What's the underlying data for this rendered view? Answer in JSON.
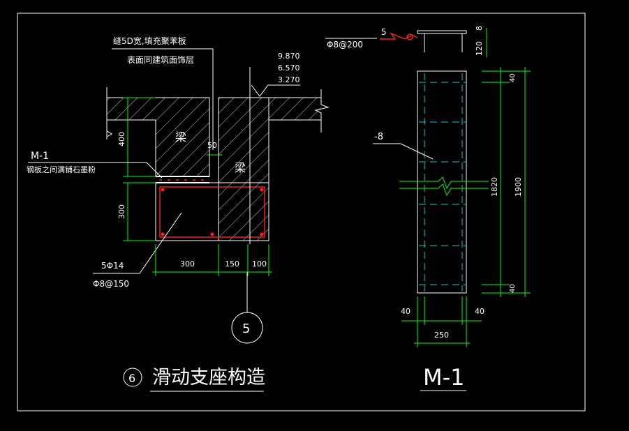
{
  "annotations": {
    "gap_line1": "缝5D宽,填充聚苯板",
    "gap_line2": "表面同建筑面饰层",
    "elev_1": "9.870",
    "elev_2": "6.570",
    "elev_3": "3.270",
    "beam_left": "梁",
    "beam_right": "梁",
    "dim_50": "50",
    "dim_400": "400",
    "dim_300v": "300",
    "m1_ref": "M-1",
    "m1_note": "钢板之间满铺石墨粉",
    "rebar_main": "5Φ14",
    "rebar_stirrup": "Φ8@150",
    "dim_300": "300",
    "dim_150": "150",
    "dim_100": "100",
    "axis_5": "5",
    "title_num": "6",
    "title_text": "滑动支座构造"
  },
  "plate_detail": {
    "anchor_tag": "5",
    "anchor_spec": "Φ8@200",
    "dim_8": "8",
    "dim_120": "120",
    "plate_label": "-8",
    "dim_40_top": "40",
    "dim_1820": "1820",
    "dim_1900": "1900",
    "dim_40_bottom": "40",
    "dim_40_left": "40",
    "dim_40_right": "40",
    "dim_250": "250",
    "title": "M-1"
  },
  "colors": {
    "background": "#000000",
    "lines": "#ffffff",
    "dimensions": "#00ff00",
    "rebar": "#ff2020",
    "centerlines": "#00cccc"
  }
}
